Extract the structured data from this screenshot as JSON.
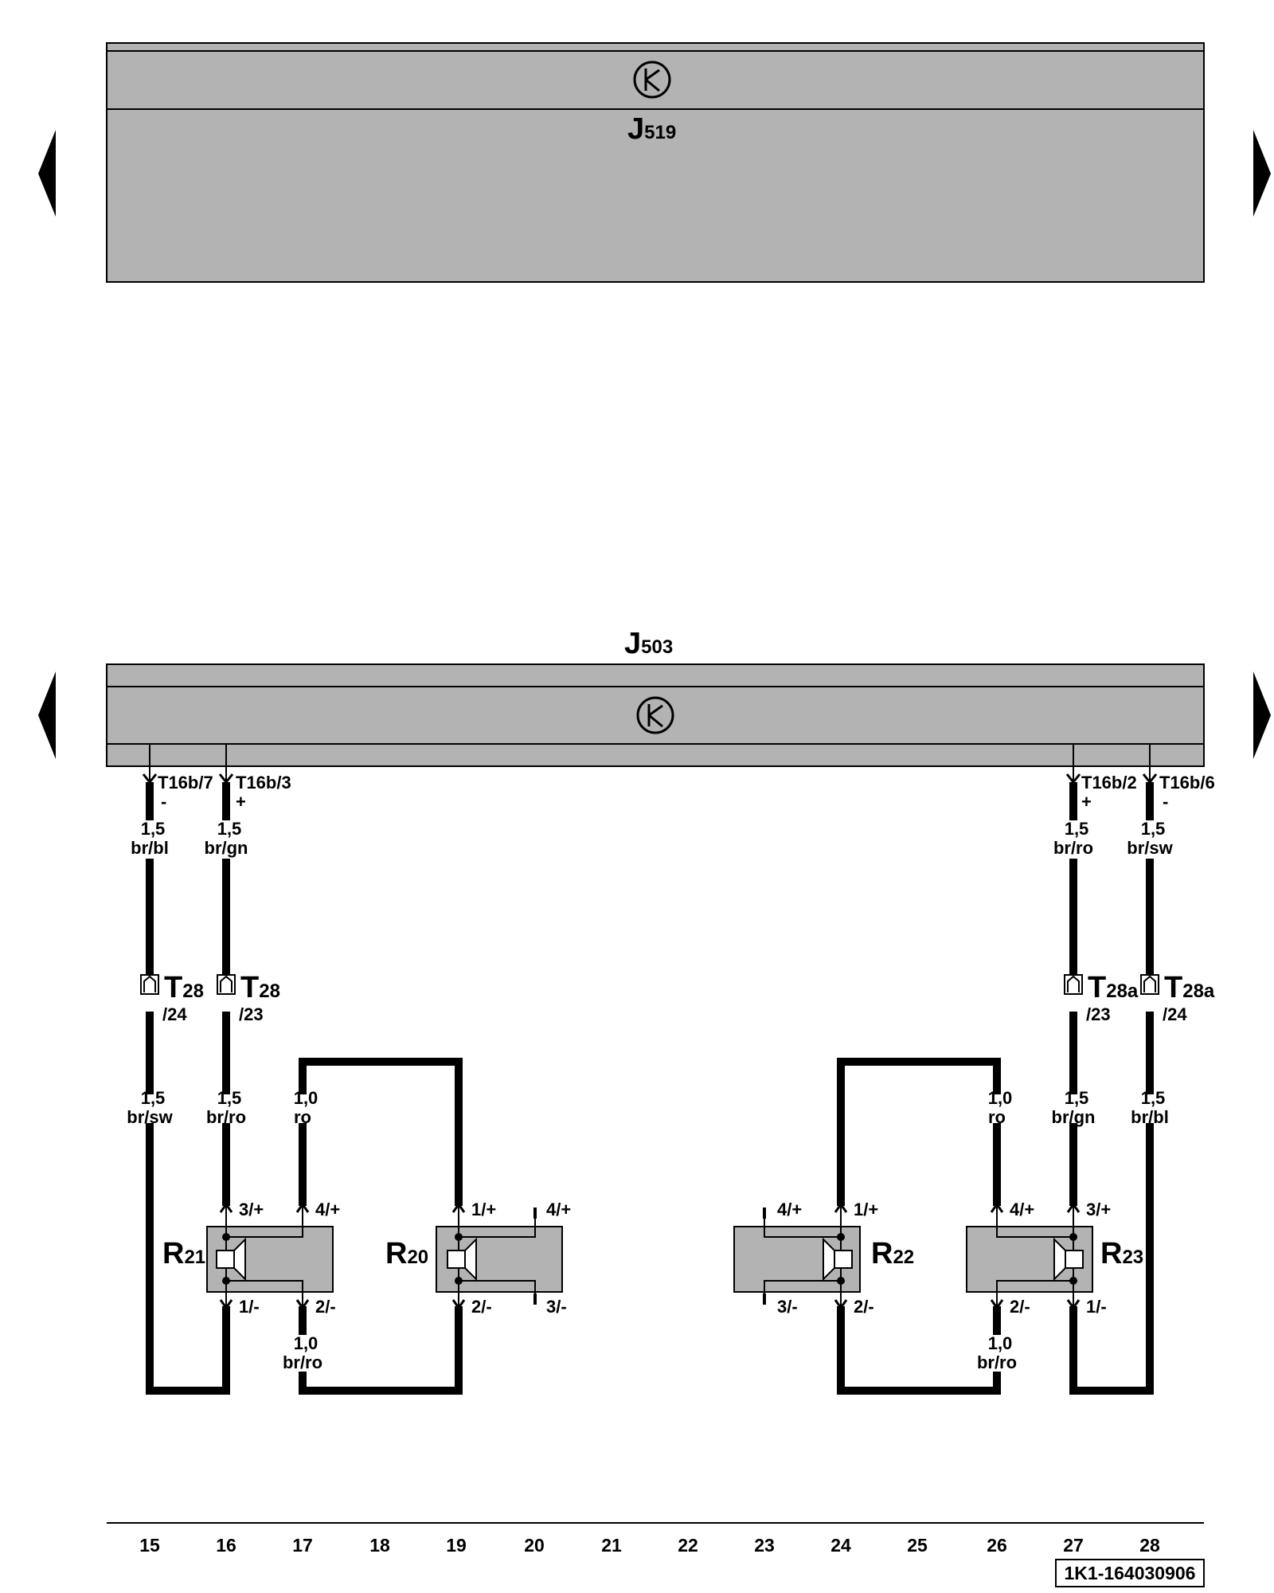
{
  "units": {
    "j519": {
      "letter": "J",
      "sub": "519"
    },
    "j503": {
      "letter": "J",
      "sub": "503"
    }
  },
  "pins": [
    {
      "id": "t16b7",
      "label": "T16b/7",
      "pol": "-"
    },
    {
      "id": "t16b3",
      "label": "T16b/3",
      "pol": "+"
    },
    {
      "id": "t16b2",
      "label": "T16b/2",
      "pol": "+"
    },
    {
      "id": "t16b6",
      "label": "T16b/6",
      "pol": "-"
    }
  ],
  "wires_upper": [
    {
      "gauge": "1,5",
      "color": "br/bl"
    },
    {
      "gauge": "1,5",
      "color": "br/gn"
    },
    {
      "gauge": "1,5",
      "color": "br/ro"
    },
    {
      "gauge": "1,5",
      "color": "br/sw"
    }
  ],
  "connectors": [
    {
      "letter": "T",
      "sub": "28",
      "pin": "/24"
    },
    {
      "letter": "T",
      "sub": "28",
      "pin": "/23"
    },
    {
      "letter": "T",
      "sub": "28a",
      "pin": "/23"
    },
    {
      "letter": "T",
      "sub": "28a",
      "pin": "/24"
    }
  ],
  "wires_lower": [
    {
      "gauge": "1,5",
      "color": "br/sw"
    },
    {
      "gauge": "1,5",
      "color": "br/ro"
    },
    {
      "gauge": "1,0",
      "color": "ro"
    },
    {
      "gauge": "1,0",
      "color": "ro"
    },
    {
      "gauge": "1,5",
      "color": "br/gn"
    },
    {
      "gauge": "1,5",
      "color": "br/bl"
    }
  ],
  "wires_bottom": [
    {
      "gauge": "1,0",
      "color": "br/ro"
    },
    {
      "gauge": "1,0",
      "color": "br/ro"
    }
  ],
  "speakers": [
    {
      "letter": "R",
      "sub": "21",
      "pins": [
        "3/+",
        "4/+",
        "1/-",
        "2/-"
      ]
    },
    {
      "letter": "R",
      "sub": "20",
      "pins": [
        "1/+",
        "4/+",
        "2/-",
        "3/-"
      ]
    },
    {
      "letter": "R",
      "sub": "22",
      "pins": [
        "4/+",
        "1/+",
        "3/-",
        "2/-"
      ]
    },
    {
      "letter": "R",
      "sub": "23",
      "pins": [
        "4/+",
        "3/+",
        "2/-",
        "1/-"
      ]
    }
  ],
  "columns": [
    "15",
    "16",
    "17",
    "18",
    "19",
    "20",
    "21",
    "22",
    "23",
    "24",
    "25",
    "26",
    "27",
    "28"
  ],
  "reference": "1K1-164030906"
}
